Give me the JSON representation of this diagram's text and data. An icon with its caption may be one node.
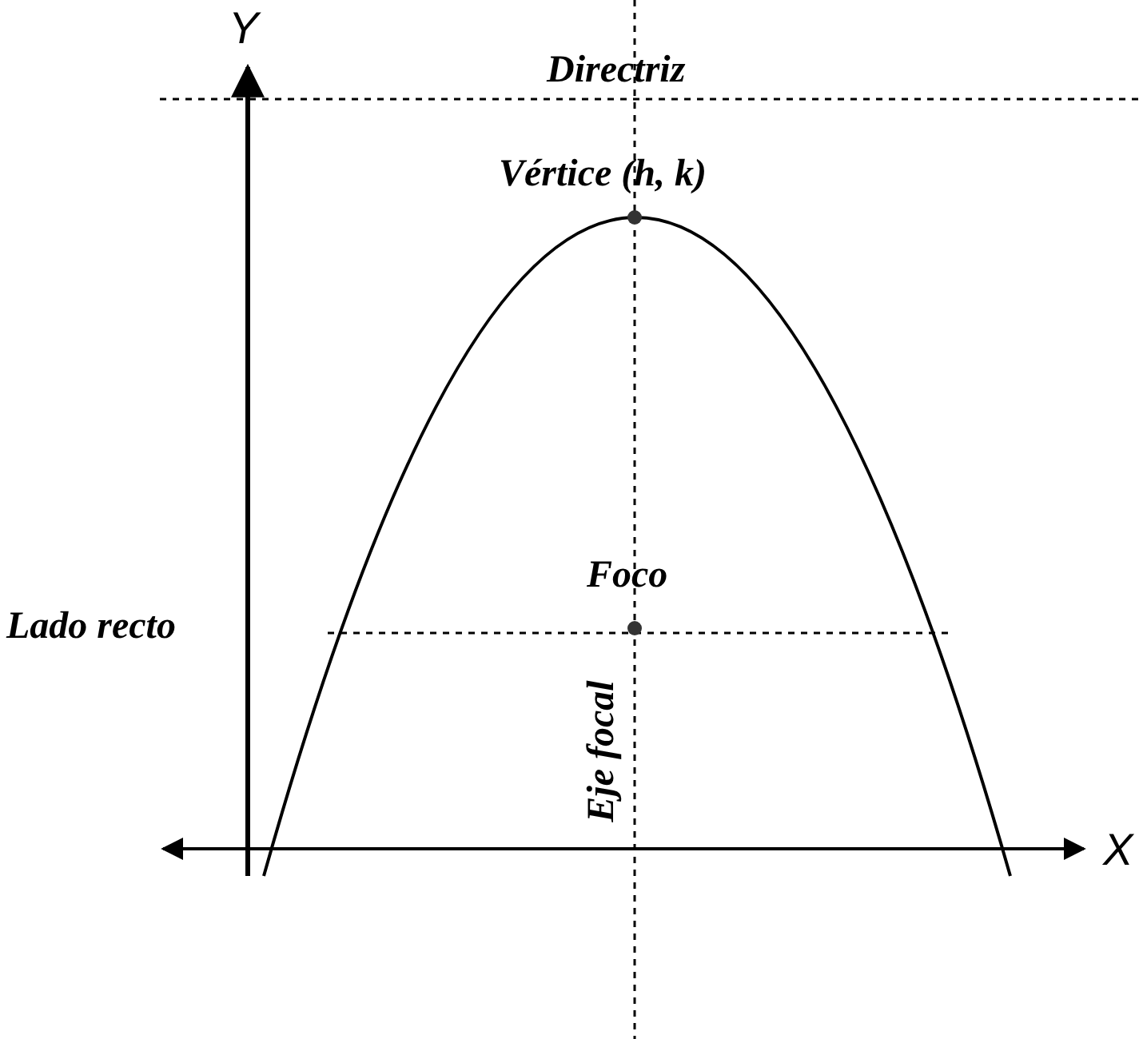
{
  "diagram": {
    "labels": [
      "Y",
      "Directriz",
      "Vértice (h, k)",
      "Foco",
      "Lado recto",
      "Eje focal",
      "X"
    ]
  }
}
